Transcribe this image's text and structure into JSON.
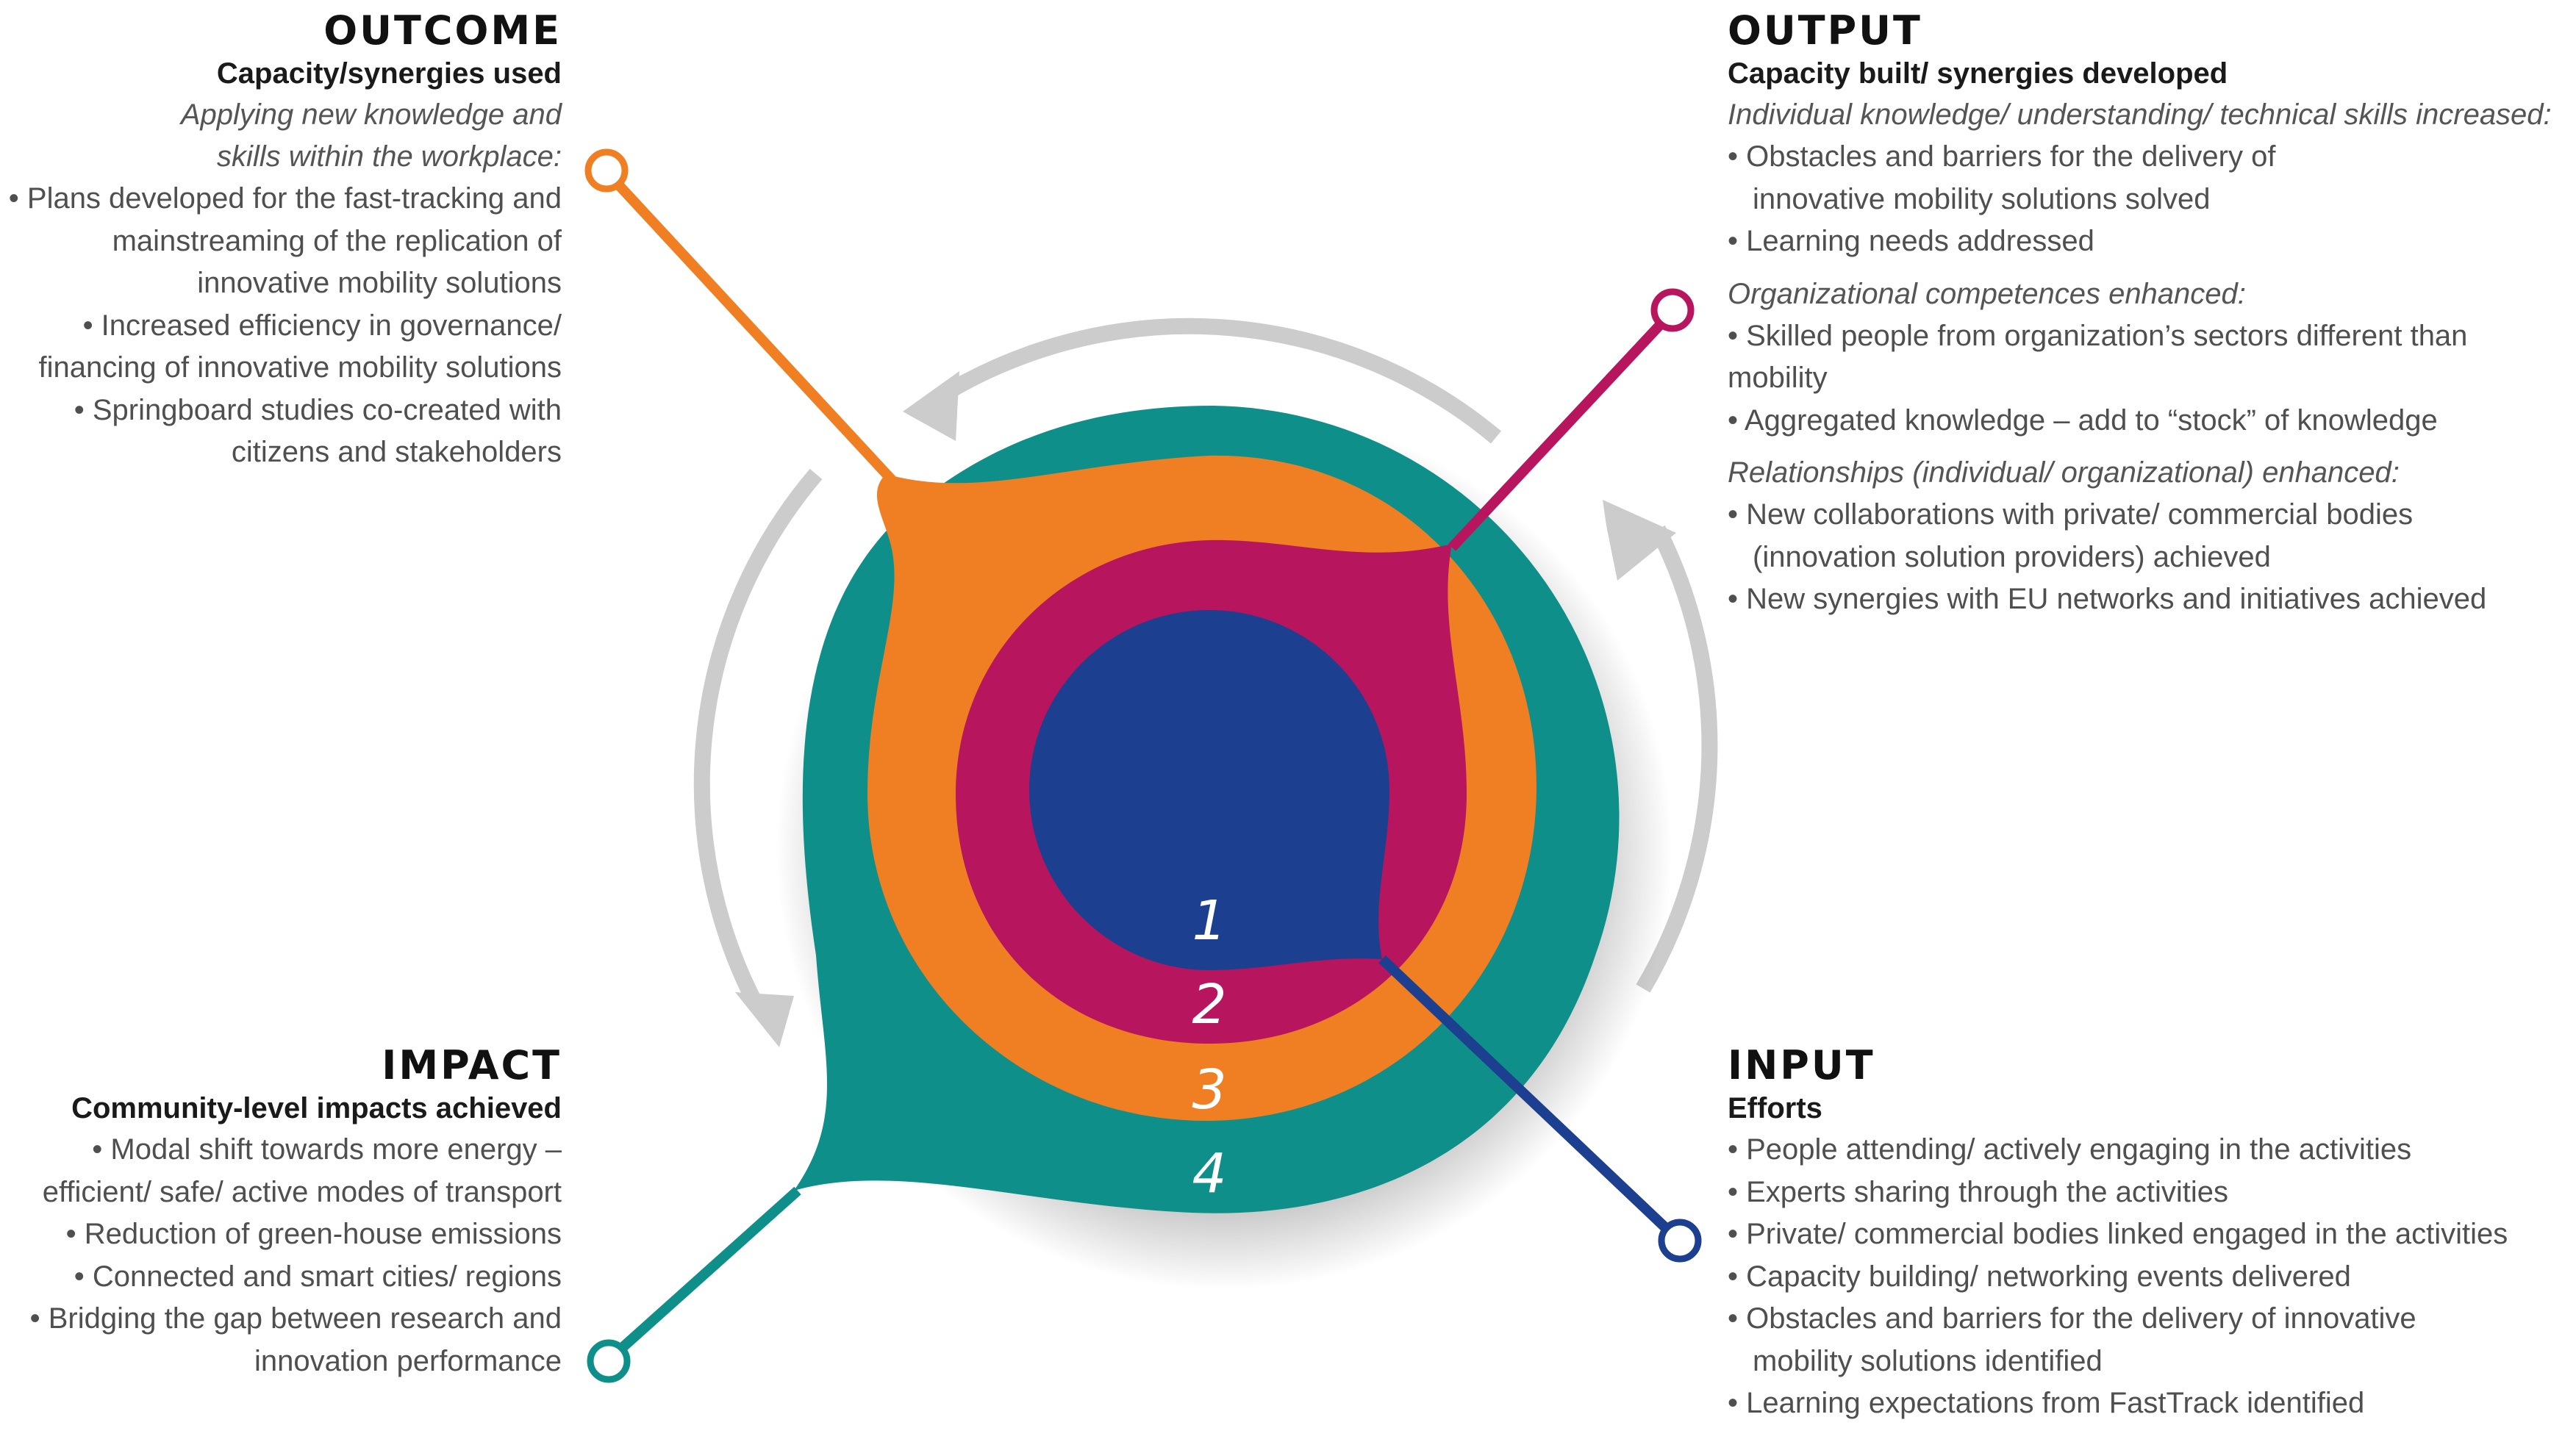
{
  "colors": {
    "teal": "#0f8f8a",
    "orange": "#ef7f22",
    "magenta": "#b8155f",
    "navy": "#1d3f8f",
    "arrow_gray": "#cccccc"
  },
  "rings": [
    "1",
    "2",
    "3",
    "4"
  ],
  "outcome": {
    "heading": "OUTCOME",
    "subheading": "Capacity/synergies used",
    "italic": [
      "Applying new knowledge and",
      "skills within the workplace:"
    ],
    "bullets": [
      "• Plans developed for the fast-tracking and",
      "mainstreaming of the replication of",
      "innovative mobility solutions",
      "• Increased efficiency in governance/",
      "financing of innovative mobility solutions",
      "• Springboard studies co-created with",
      "citizens and stakeholders"
    ]
  },
  "output": {
    "heading": "OUTPUT",
    "subheading": "Capacity built/ synergies developed",
    "section1_title": "Individual knowledge/ understanding/ technical skills increased:",
    "section1_items": [
      "• Obstacles and barriers for the delivery of",
      "innovative mobility solutions solved",
      "• Learning needs addressed"
    ],
    "section2_title": "Organizational competences enhanced:",
    "section2_items": [
      "• Skilled people from organization’s sectors different than mobility",
      "• Aggregated knowledge – add to “stock” of knowledge"
    ],
    "section3_title": "Relationships (individual/ organizational) enhanced:",
    "section3_items": [
      "• New collaborations with private/ commercial bodies",
      "(innovation solution providers) achieved",
      "• New synergies with EU networks and initiatives achieved"
    ]
  },
  "impact": {
    "heading": "IMPACT",
    "subheading": "Community-level impacts achieved",
    "bullets": [
      "• Modal shift towards more energy –",
      "efficient/ safe/ active modes of transport",
      "• Reduction of green-house emissions",
      "• Connected and smart cities/ regions",
      "• Bridging the gap between research and",
      "innovation performance"
    ]
  },
  "input": {
    "heading": "INPUT",
    "subheading": "Efforts",
    "bullets": [
      "• People attending/ actively engaging in the activities",
      "• Experts sharing through the activities",
      "• Private/ commercial bodies linked engaged in the activities",
      "• Capacity building/ networking events delivered",
      "• Obstacles and barriers for the delivery of innovative",
      "mobility solutions identified",
      "• Learning expectations from FastTrack identified"
    ]
  }
}
